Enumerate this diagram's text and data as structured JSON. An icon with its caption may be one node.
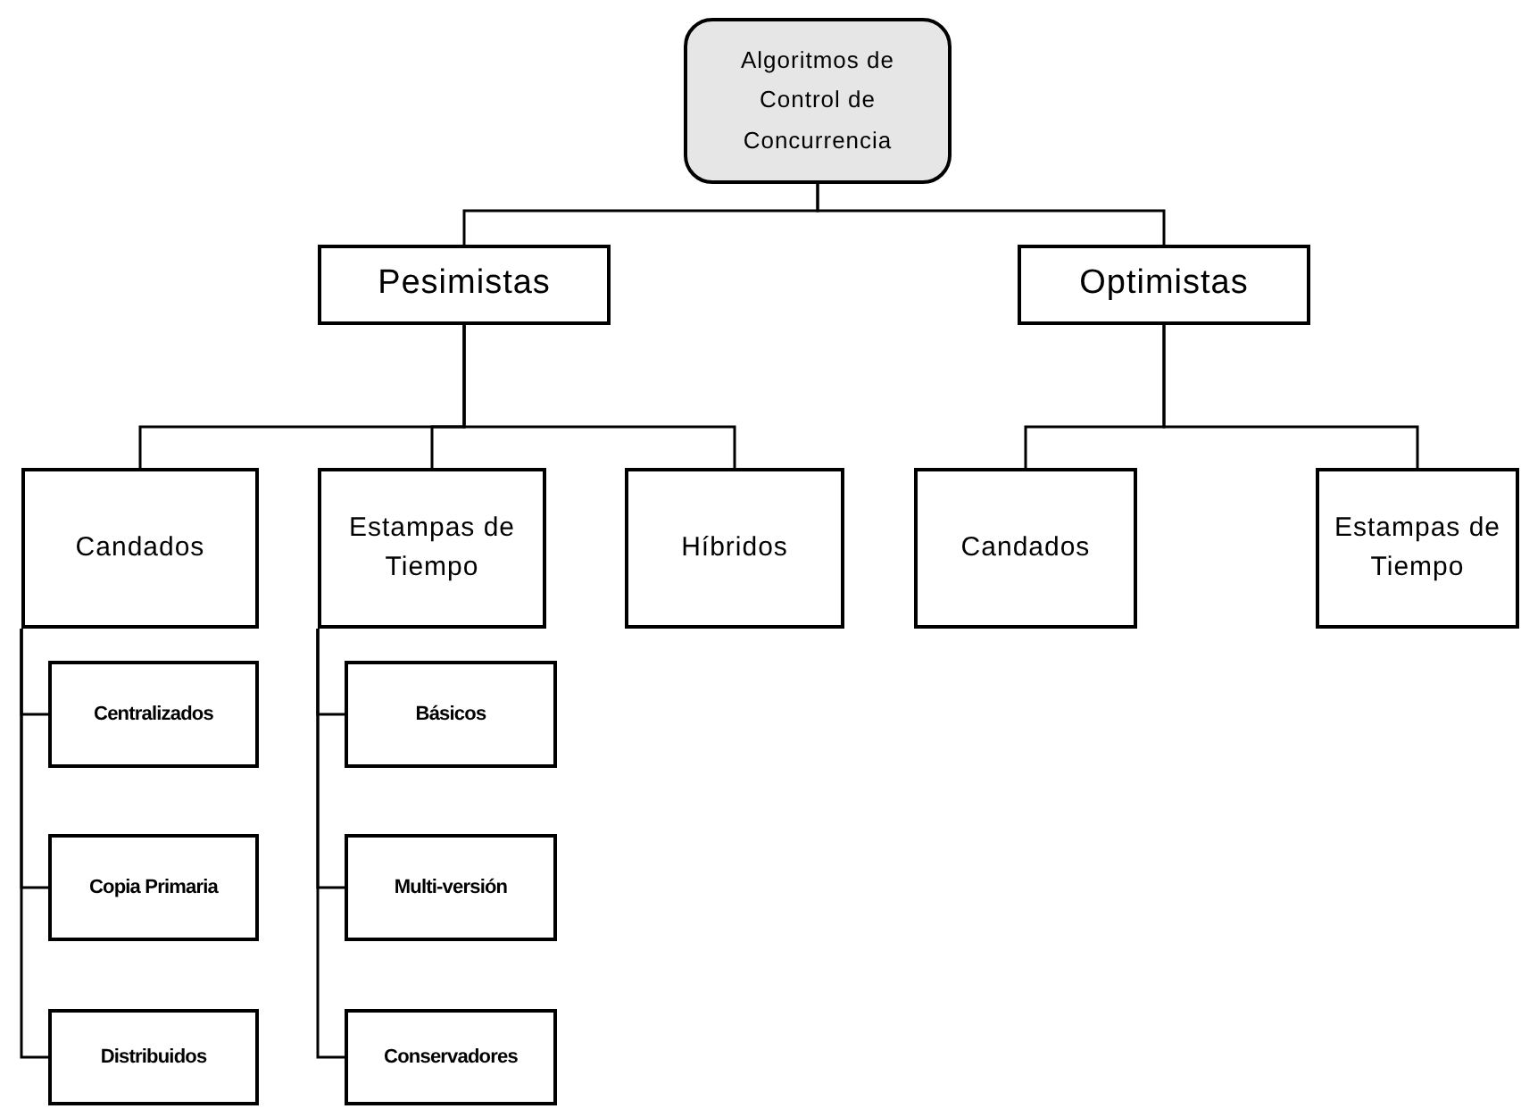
{
  "diagram": {
    "nodes": [
      {
        "text": [
          "Algoritmos de Control de Concurrencia"
        ]
      },
      {
        "text": [
          "Pesimistas"
        ]
      },
      {
        "text": [
          "Optimistas"
        ]
      },
      {
        "text": [
          "Candados"
        ]
      },
      {
        "text": [
          "Estampas de Tiempo"
        ]
      },
      {
        "text": [
          "Híbridos"
        ]
      },
      {
        "text": [
          "Candados"
        ]
      },
      {
        "text": [
          "Estampas de Tiempo"
        ]
      },
      {
        "text": [
          "Centralizados"
        ]
      },
      {
        "text": [
          "Copia Primaria"
        ]
      },
      {
        "text": [
          "Distribuidos"
        ]
      },
      {
        "text": [
          "Básicos"
        ]
      },
      {
        "text": [
          "Multi-versión"
        ]
      },
      {
        "text": [
          "Conservadores"
        ]
      }
    ],
    "edges": [
      {
        "from": 0,
        "to": 1,
        "arrow": "none"
      },
      {
        "from": 0,
        "to": 2,
        "arrow": "none"
      },
      {
        "from": 1,
        "to": 3,
        "arrow": "none"
      },
      {
        "from": 1,
        "to": 4,
        "arrow": "none"
      },
      {
        "from": 1,
        "to": 5,
        "arrow": "none"
      },
      {
        "from": 2,
        "to": 6,
        "arrow": "none"
      },
      {
        "from": 2,
        "to": 7,
        "arrow": "none"
      },
      {
        "from": 3,
        "to": 8,
        "arrow": "none"
      },
      {
        "from": 3,
        "to": 9,
        "arrow": "none"
      },
      {
        "from": 3,
        "to": 10,
        "arrow": "none"
      },
      {
        "from": 4,
        "to": 11,
        "arrow": "none"
      },
      {
        "from": 4,
        "to": 12,
        "arrow": "none"
      },
      {
        "from": 4,
        "to": 13,
        "arrow": "none"
      }
    ]
  }
}
